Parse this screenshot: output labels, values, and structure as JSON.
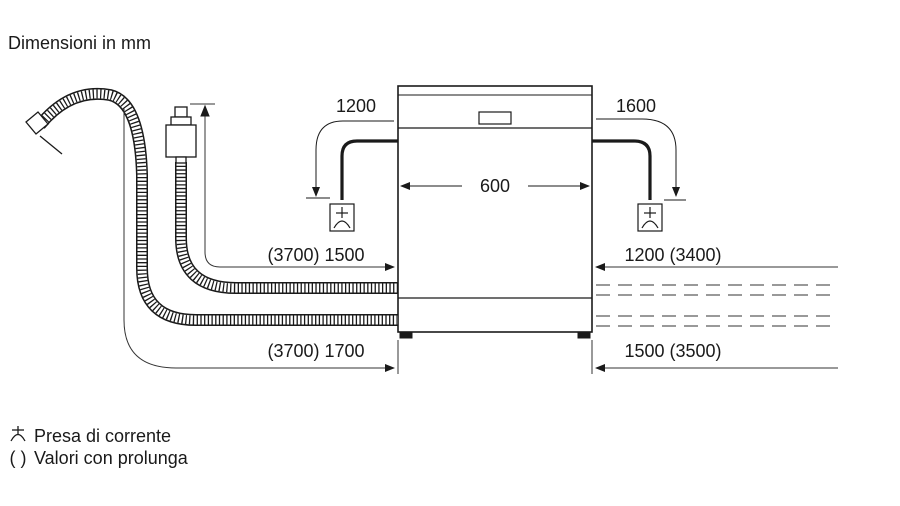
{
  "title": "Dimensioni in mm",
  "labels": {
    "width": "600",
    "cable_left": "1200",
    "cable_right": "1600",
    "hose_top_left": "(3700) 1500",
    "hose_bottom_left": "(3700) 1700",
    "hose_top_right": "1200 (3400)",
    "hose_bottom_right": "1500 (3500)"
  },
  "legend": {
    "socket_icon": "socket-icon",
    "socket_text": "Presa di corrente",
    "extension_symbol": "( )",
    "extension_text": "Valori con prolunga"
  },
  "colors": {
    "line": "#1a1a1a",
    "thin": "#333333",
    "fill": "#ffffff"
  }
}
